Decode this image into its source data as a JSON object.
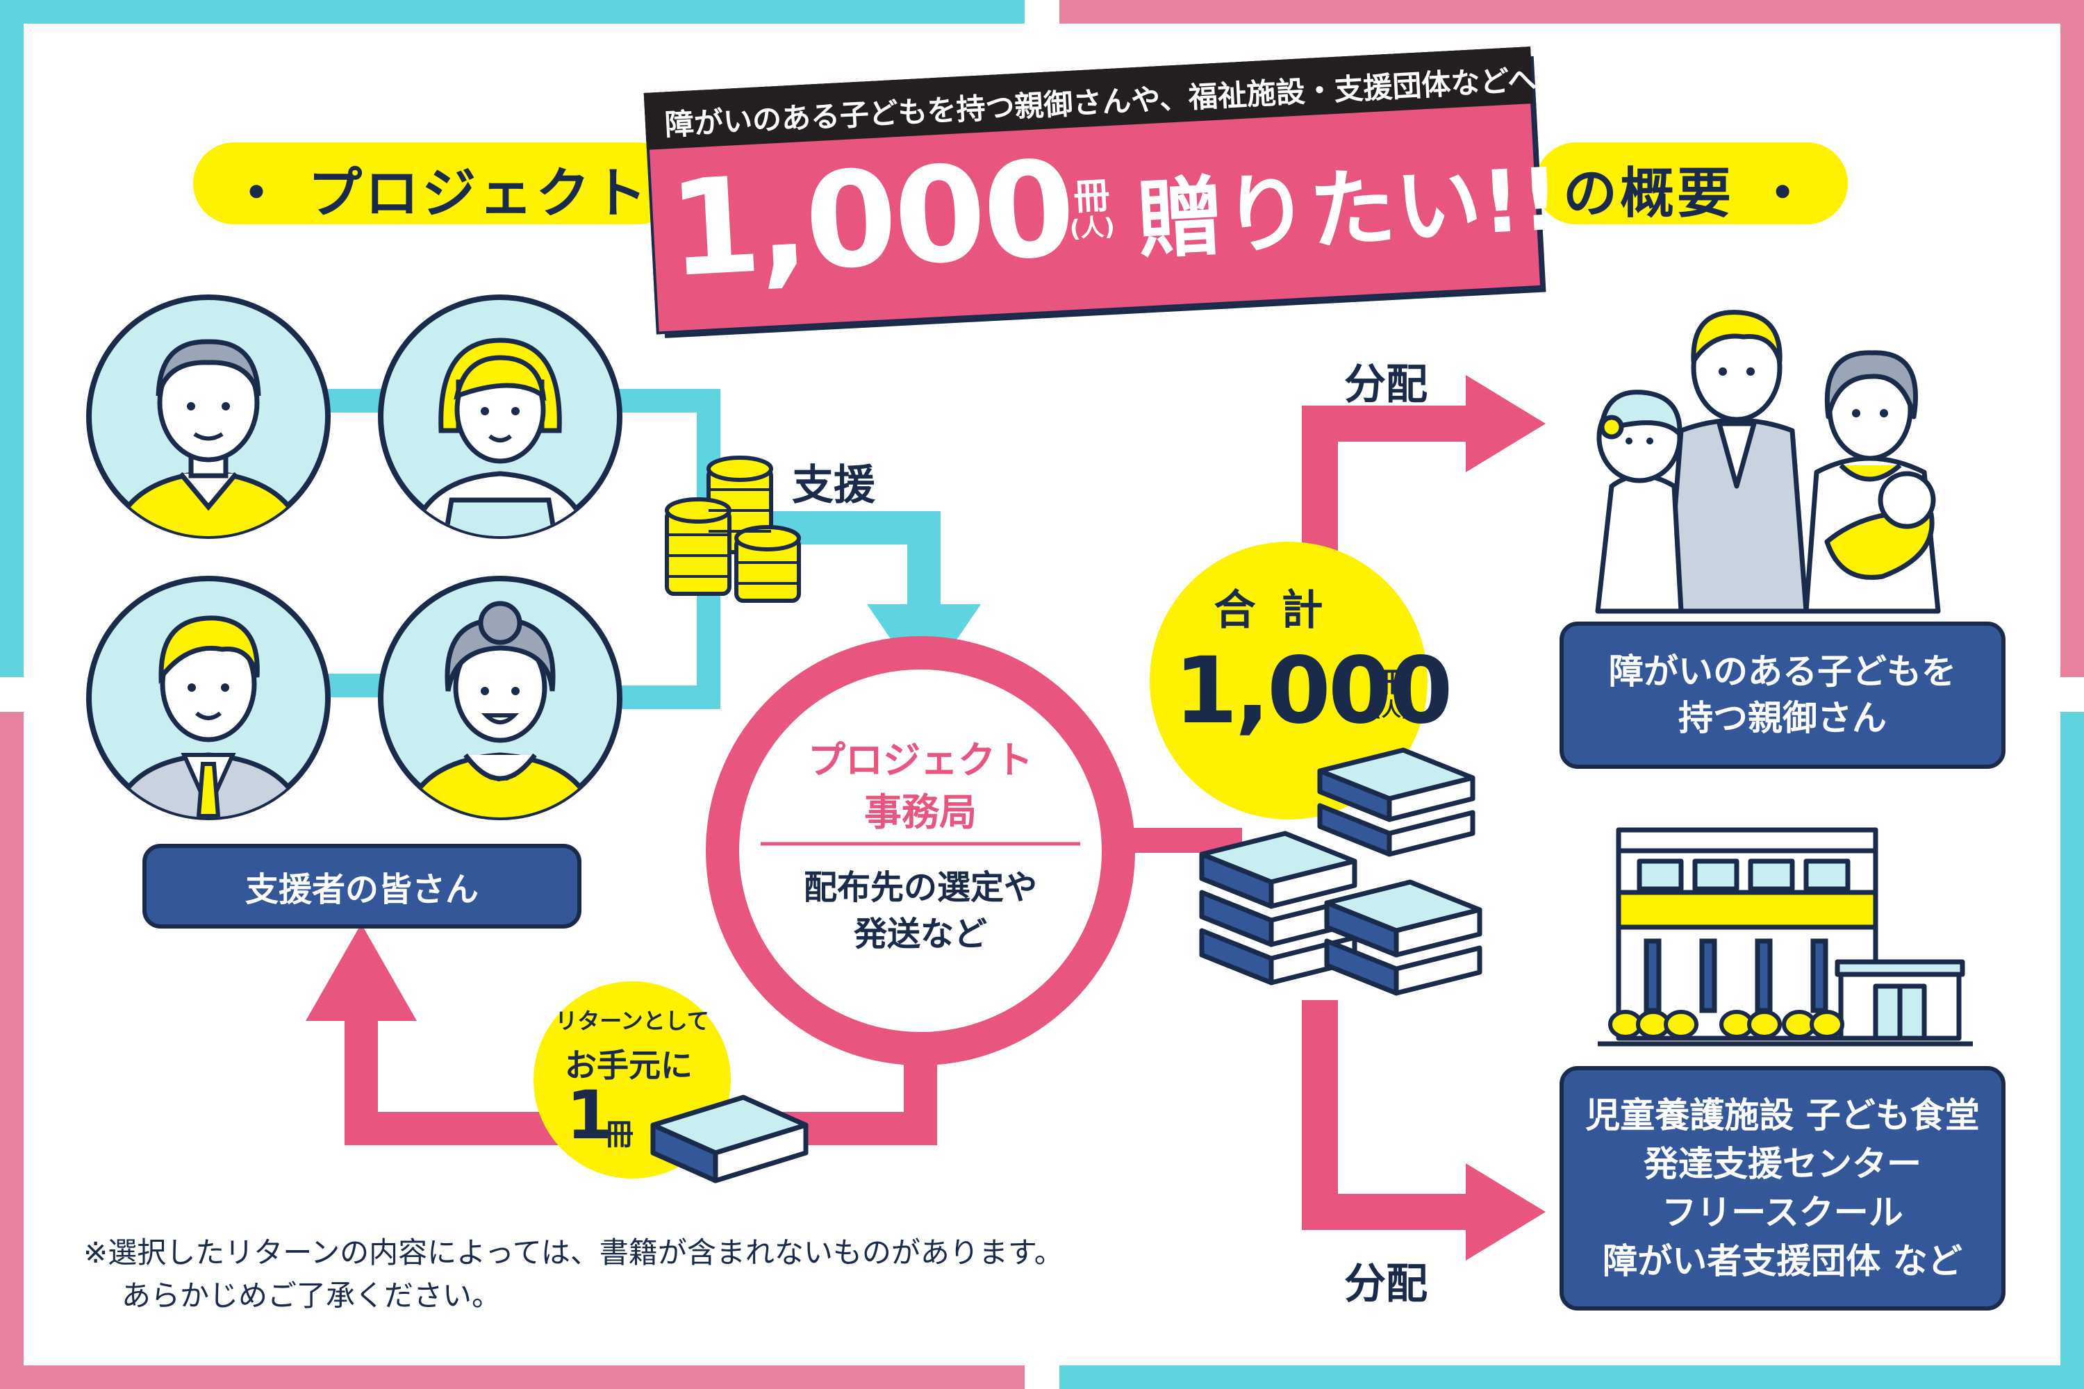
{
  "header": {
    "title_left": "・ プロジェクト",
    "title_right": "の概要 ・",
    "banner_sub": "障がいのある子どもを持つ親御さんや、福祉施設・支援団体などへ",
    "banner_count": "1,000",
    "banner_unit_top": "冊",
    "banner_unit_bottom": "(人)",
    "banner_verb": "贈りたい!!"
  },
  "supporters": {
    "label": "支援者の皆さん"
  },
  "flow": {
    "support_label": "支援",
    "distribute_top_label": "分配",
    "distribute_bottom_label": "分配"
  },
  "office": {
    "title_line1": "プロジェクト",
    "title_line2": "事務局",
    "desc_line1": "配布先の選定や",
    "desc_line2": "発送など"
  },
  "total": {
    "label": "合 計",
    "count": "1,000",
    "unit_top": "冊",
    "unit_bottom": "(人)"
  },
  "return_badge": {
    "line1": "リターンとして",
    "line2": "お手元に",
    "count": "1",
    "unit": "冊"
  },
  "recipients": {
    "parents_line1": "障がいのある子どもを",
    "parents_line2": "持つ親御さん",
    "facilities_line1": "児童養護施設 子ども食堂",
    "facilities_line2": "発達支援センター",
    "facilities_line3": "フリースクール",
    "facilities_line4": "障がい者支援団体 など"
  },
  "note": {
    "line1": "※選択したリターンの内容によっては、書籍が含まれないものがあります。",
    "line2": "あらかじめご了承ください。"
  },
  "colors": {
    "teal": "#5fd3df",
    "pink": "#e8557f",
    "yellow": "#fff200",
    "navy": "#1a2a4a",
    "box_blue": "#34579a",
    "light_blue": "#c9eef2"
  }
}
